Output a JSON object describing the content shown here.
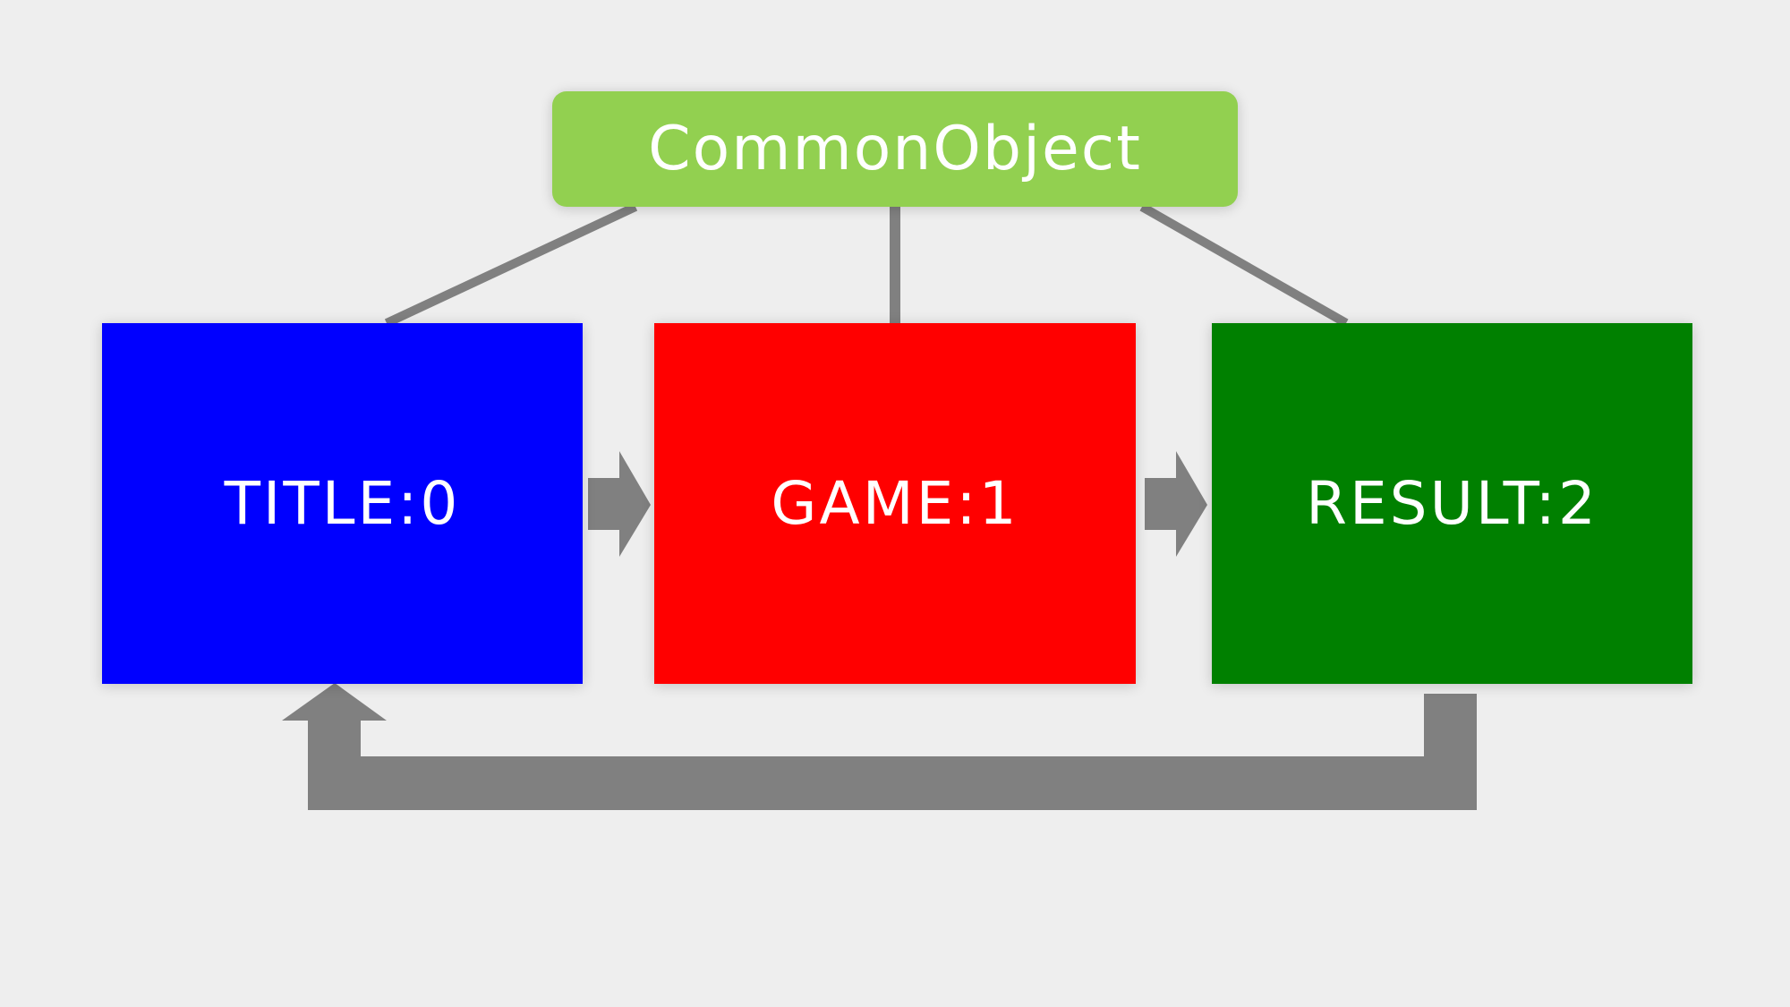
{
  "common_object": {
    "label": "CommonObject",
    "color": "#92d050"
  },
  "scenes": [
    {
      "label": "TITLE:0",
      "color": "#0000ff"
    },
    {
      "label": "GAME:1",
      "color": "#ff0000"
    },
    {
      "label": "RESULT:2",
      "color": "#008000"
    }
  ],
  "connector_color": "#808080",
  "background_color": "#eeeeee"
}
